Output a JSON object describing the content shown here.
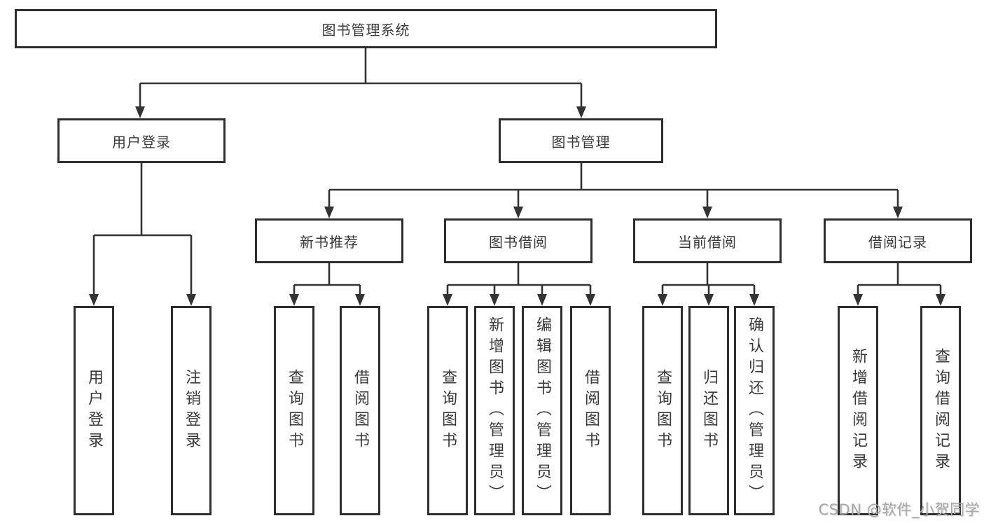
{
  "tree": {
    "label": "图书管理系统",
    "children": [
      {
        "label": "用户登录",
        "children": [
          {
            "label": "用户登录"
          },
          {
            "label": "注销登录"
          }
        ]
      },
      {
        "label": "图书管理",
        "children": [
          {
            "label": "新书推荐",
            "children": [
              {
                "label": "查询图书"
              },
              {
                "label": "借阅图书"
              }
            ]
          },
          {
            "label": "图书借阅",
            "children": [
              {
                "label": "查询图书"
              },
              {
                "label": "新增图书（管理员）"
              },
              {
                "label": "编辑图书（管理员）"
              },
              {
                "label": "借阅图书"
              }
            ]
          },
          {
            "label": "当前借阅",
            "children": [
              {
                "label": "查询图书"
              },
              {
                "label": "归还图书"
              },
              {
                "label": "确认归还（管理员）"
              }
            ]
          },
          {
            "label": "借阅记录",
            "children": [
              {
                "label": "新增借阅记录"
              },
              {
                "label": "查询借阅记录"
              }
            ]
          }
        ]
      }
    ]
  },
  "watermark": "CSDN @软件_小贺同学",
  "colors": {
    "line": "#333333",
    "box_border": "#2e2e2e",
    "text": "#3a3a3a",
    "watermark": "#a9a9a9",
    "background": "#ffffff"
  }
}
